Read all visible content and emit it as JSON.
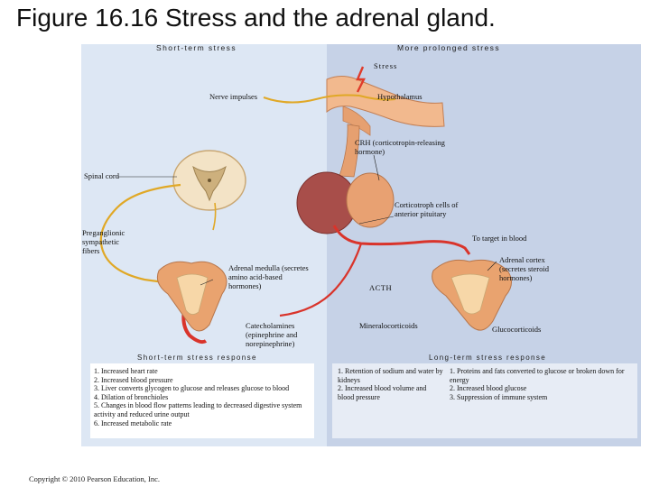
{
  "title": "Figure 16.16  Stress and the adrenal gland.",
  "columns": {
    "left_head": "Short-term stress",
    "right_head": "More prolonged stress"
  },
  "labels": {
    "stress": "Stress",
    "nerve_impulses": "Nerve impulses",
    "hypothalamus": "Hypothalamus",
    "crh": "CRH (corticotropin-releasing hormone)",
    "spinal_cord": "Spinal cord",
    "corticotroph": "Corticotroph cells of anterior pituitary",
    "preganglionic": "Preganglionic sympathetic fibers",
    "to_target": "To target in blood",
    "adrenal_medulla": "Adrenal medulla (secretes amino acid-based hormones)",
    "adrenal_cortex": "Adrenal cortex (secretes steroid hormones)",
    "acth": "ACTH",
    "catecholamines": "Catecholamines (epinephrine and norepinephrine)",
    "mineralocorticoids": "Mineralocorticoids",
    "glucocorticoids": "Glucocorticoids"
  },
  "short_term": {
    "heading": "Short-term stress response",
    "items": [
      "1. Increased heart rate",
      "2. Increased blood pressure",
      "3. Liver converts glycogen to glucose and releases glucose to blood",
      "4. Dilation of bronchioles",
      "5. Changes in blood flow patterns leading to decreased digestive system activity and reduced urine output",
      "6. Increased metabolic rate"
    ]
  },
  "long_term": {
    "heading": "Long-term stress response",
    "items_left": [
      "1. Retention of sodium and water by kidneys",
      "2. Increased blood volume and blood pressure"
    ],
    "items_right": [
      "1. Proteins and fats converted to glucose or broken down for energy",
      "2. Increased blood glucose",
      "3. Suppression of immune system"
    ]
  },
  "copyright": "Copyright © 2010 Pearson Education, Inc.",
  "colors": {
    "panel_left": "#dde7f4",
    "panel_right": "#c6d2e7",
    "nerve": "#e0a826",
    "vessel": "#d9342b",
    "pituitary": "#a84e4a",
    "gland": "#e9a36f"
  }
}
